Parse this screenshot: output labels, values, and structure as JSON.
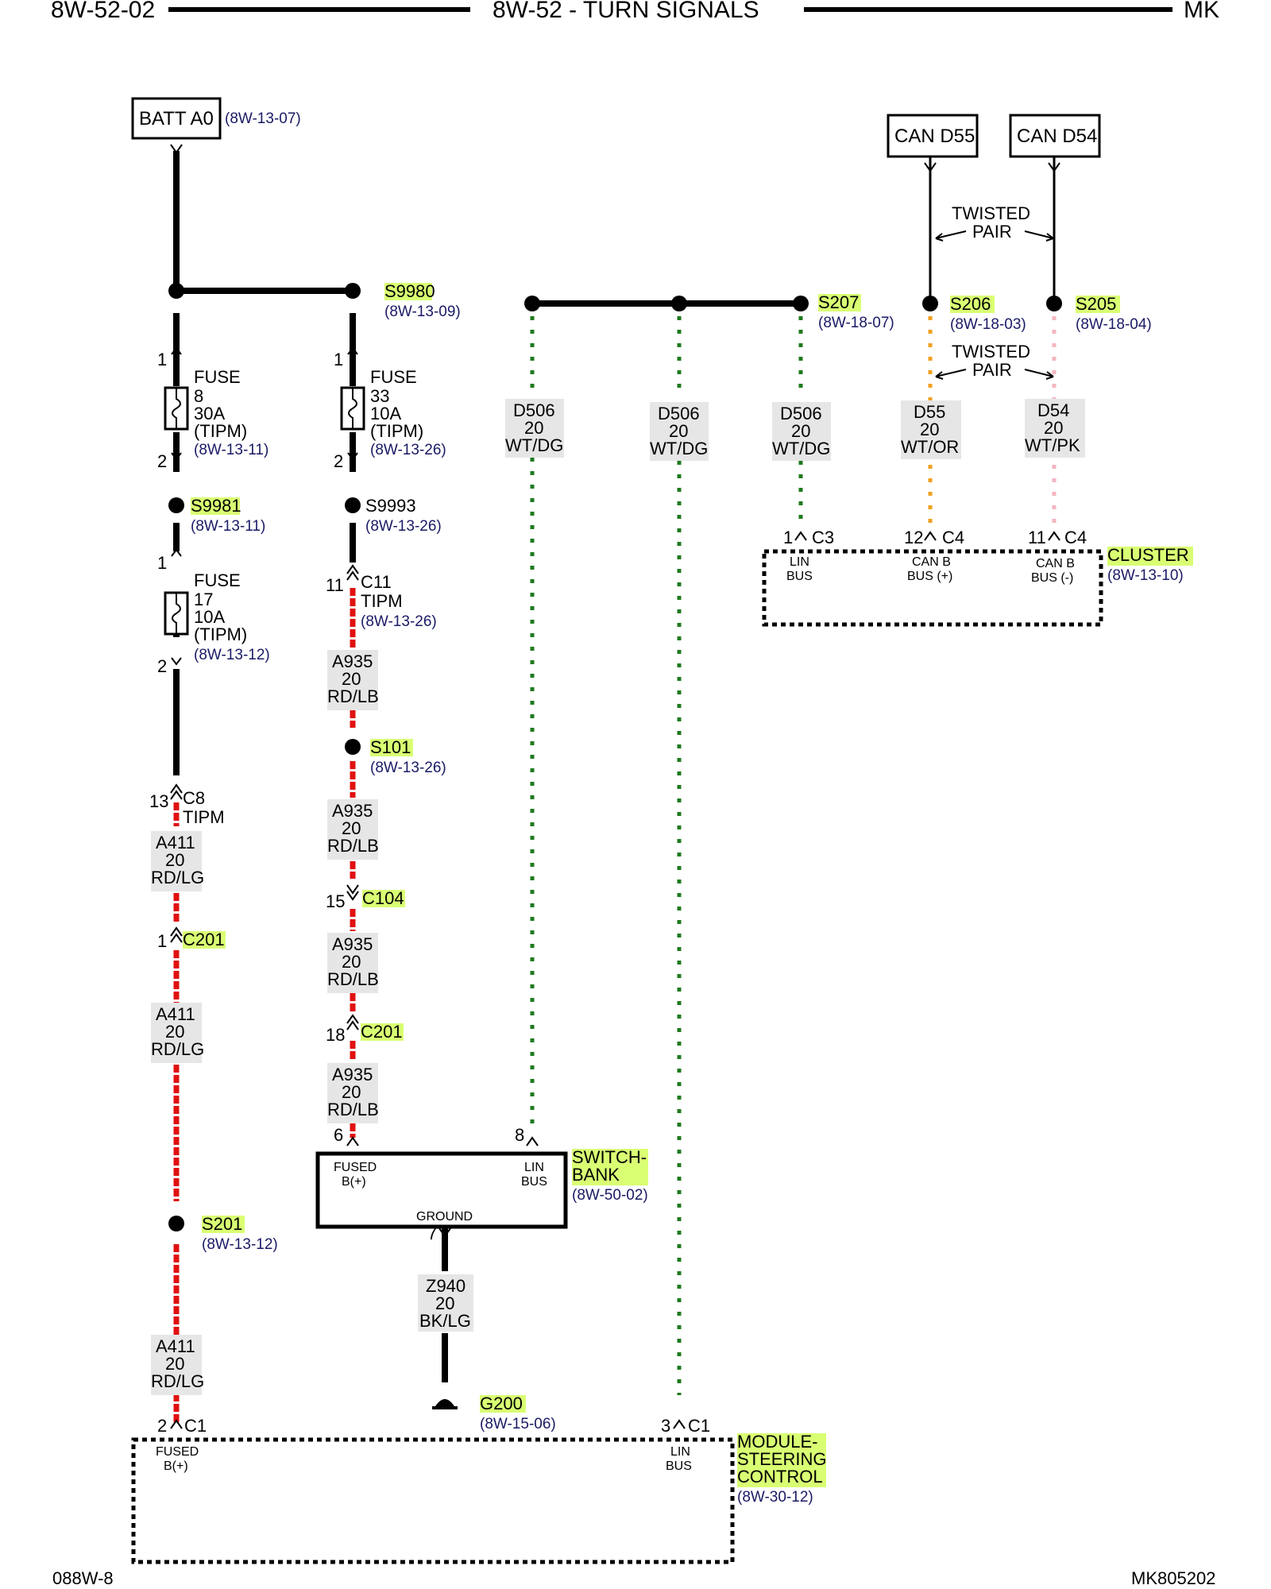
{
  "header": {
    "left": "8W-52-02",
    "center": "8W-52 - TURN SIGNALS",
    "right": "MK"
  },
  "footer": {
    "left": "088W-8",
    "right": "MK805202"
  },
  "sources": {
    "batt": {
      "label": "BATT A0",
      "ref": "(8W-13-07)"
    },
    "can_d55": "CAN D55",
    "can_d54": "CAN D54",
    "twisted_pair": [
      "TWISTED",
      "PAIR"
    ]
  },
  "splices": {
    "s9980": {
      "id": "S9980",
      "ref": "(8W-13-09)"
    },
    "s9981": {
      "id": "S9981",
      "ref": "(8W-13-11)"
    },
    "s9993": {
      "id": "S9993",
      "ref": "(8W-13-26)"
    },
    "s101": {
      "id": "S101",
      "ref": "(8W-13-26)"
    },
    "s201": {
      "id": "S201",
      "ref": "(8W-13-12)"
    },
    "s207": {
      "id": "S207",
      "ref": "(8W-18-07)"
    },
    "s206": {
      "id": "S206",
      "ref": "(8W-18-03)"
    },
    "s205": {
      "id": "S205",
      "ref": "(8W-18-04)"
    }
  },
  "fuses": {
    "f8": {
      "title": "FUSE",
      "num": "8",
      "amps": "30A",
      "loc": "(TIPM)",
      "ref": "(8W-13-11)",
      "pin_in": "1",
      "pin_out": "2"
    },
    "f33": {
      "title": "FUSE",
      "num": "33",
      "amps": "10A",
      "loc": "(TIPM)",
      "ref": "(8W-13-26)",
      "pin_in": "1",
      "pin_out": "2"
    },
    "f17": {
      "title": "FUSE",
      "num": "17",
      "amps": "10A",
      "loc": "(TIPM)",
      "ref": "(8W-13-12)",
      "pin_in": "1",
      "pin_out": "2"
    }
  },
  "connectors": {
    "c8_13": {
      "pin": "13",
      "name": "C8",
      "sub": "TIPM"
    },
    "c201_1": {
      "pin": "1",
      "name": "C201"
    },
    "c11_11": {
      "pin": "11",
      "name": "C11",
      "sub": "TIPM",
      "ref": "(8W-13-26)"
    },
    "c104_15": {
      "pin": "15",
      "name": "C104"
    },
    "c201_18": {
      "pin": "18",
      "name": "C201"
    },
    "c3_1": {
      "pin": "1",
      "name": "C3"
    },
    "c4_12": {
      "pin": "12",
      "name": "C4"
    },
    "c4_11": {
      "pin": "11",
      "name": "C4"
    },
    "msc_c1_2": {
      "pin": "2",
      "name": "C1"
    },
    "msc_c1_3": {
      "pin": "3",
      "name": "C1"
    },
    "sw_6": {
      "pin": "6"
    },
    "sw_8": {
      "pin": "8"
    },
    "sw_7": {
      "pin": "7"
    }
  },
  "wires": {
    "a411": {
      "circuit": "A411",
      "gauge": "20",
      "color": "RD/LG"
    },
    "a935": {
      "circuit": "A935",
      "gauge": "20",
      "color": "RD/LB"
    },
    "d506": {
      "circuit": "D506",
      "gauge": "20",
      "color": "WT/DG"
    },
    "d55": {
      "circuit": "D55",
      "gauge": "20",
      "color": "WT/OR"
    },
    "d54": {
      "circuit": "D54",
      "gauge": "20",
      "color": "WT/PK"
    },
    "z940": {
      "circuit": "Z940",
      "gauge": "20",
      "color": "BK/LG"
    }
  },
  "components": {
    "cluster": {
      "name": "CLUSTER",
      "ref": "(8W-13-10)",
      "pins": [
        [
          "LIN",
          "BUS"
        ],
        [
          "CAN B",
          "BUS (+)"
        ],
        [
          "CAN B",
          "BUS (-)"
        ]
      ]
    },
    "switch_bank": {
      "name": [
        "SWITCH-",
        "BANK"
      ],
      "ref": "(8W-50-02)",
      "fused": [
        "FUSED",
        "B(+)"
      ],
      "lin": [
        "LIN",
        "BUS"
      ],
      "ground": "GROUND"
    },
    "msc": {
      "name": [
        "MODULE-",
        "STEERING",
        "CONTROL"
      ],
      "ref": "(8W-30-12)",
      "fused": [
        "FUSED",
        "B(+)"
      ],
      "lin": [
        "LIN",
        "BUS"
      ]
    }
  },
  "ground": {
    "id": "G200",
    "ref": "(8W-15-06)"
  },
  "colors": {
    "wire_black": "#000000",
    "wire_red": "#e01010",
    "wire_green": "#2e8b2e",
    "wire_orange": "#f0a020",
    "wire_pink": "#f4b6c2",
    "highlight": "#d9ff73",
    "ref_text": "#1a1a66"
  }
}
